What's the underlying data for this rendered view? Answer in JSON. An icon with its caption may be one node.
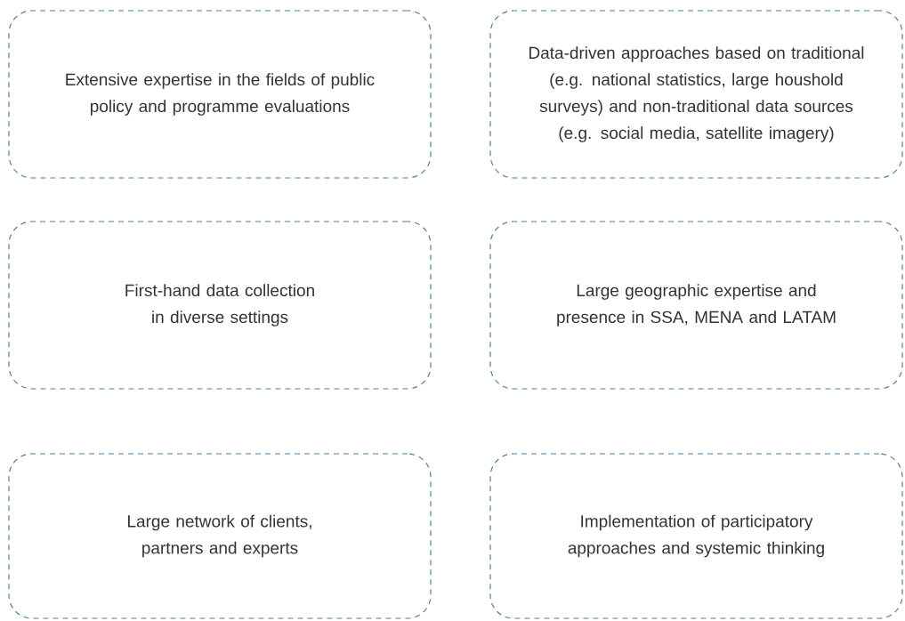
{
  "diagram": {
    "nodes": [
      {
        "text": [
          "Extensive expertise in the fields of public policy and programme evaluations"
        ]
      },
      {
        "text": [
          "Data-driven approaches based on traditional (e.g. national statistics, large houshold surveys) and non-traditional data sources (e.g. social media, satellite imagery)"
        ]
      },
      {
        "text": [
          "First-hand data collection in diverse settings"
        ]
      },
      {
        "text": [
          "Large geographic expertise and presence in SSA, MENA and LATAM"
        ]
      },
      {
        "text": [
          "Large network of clients, partners and experts"
        ]
      },
      {
        "text": [
          "Implementation of participatory approaches and systemic thinking"
        ]
      }
    ]
  }
}
